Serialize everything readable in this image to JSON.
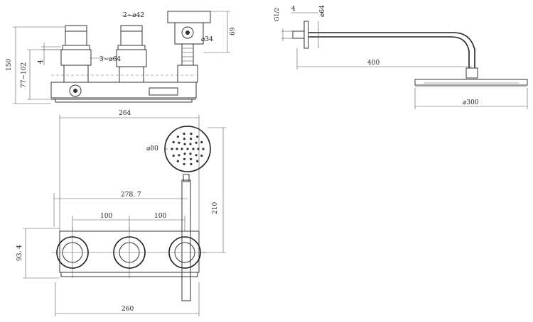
{
  "title_label": "",
  "side_view": {
    "d150": "150",
    "d4": "4",
    "d77_102": "77~102",
    "d3_64": "3~⌀64",
    "d2_42": "2~⌀42",
    "d34": "⌀34",
    "d69": "69"
  },
  "shower_arm": {
    "g12": "G1/2",
    "d4": "4",
    "d64": "⌀64",
    "d400": "400",
    "d300": "⌀300"
  },
  "front_view": {
    "d264": "264",
    "d80": "⌀80",
    "d278": "278. 7",
    "d100a": "100",
    "d100b": "100",
    "d210": "210",
    "d93": "93. 4",
    "d260": "260"
  }
}
